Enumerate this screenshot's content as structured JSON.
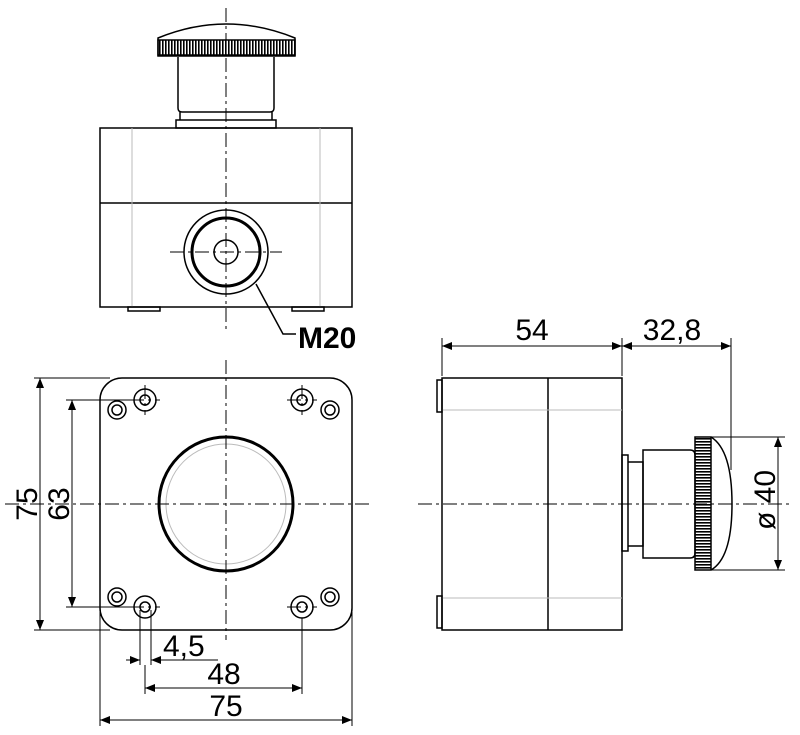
{
  "drawing": {
    "thread_label": "M20",
    "dimensions": {
      "side_depth": "54",
      "button_protrusion": "32,8",
      "button_diameter": "ø 40",
      "overall_height": "75",
      "hole_spacing_vertical": "63",
      "hole_diameter": "4,5",
      "hole_spacing_horizontal": "48",
      "overall_width": "75"
    }
  }
}
